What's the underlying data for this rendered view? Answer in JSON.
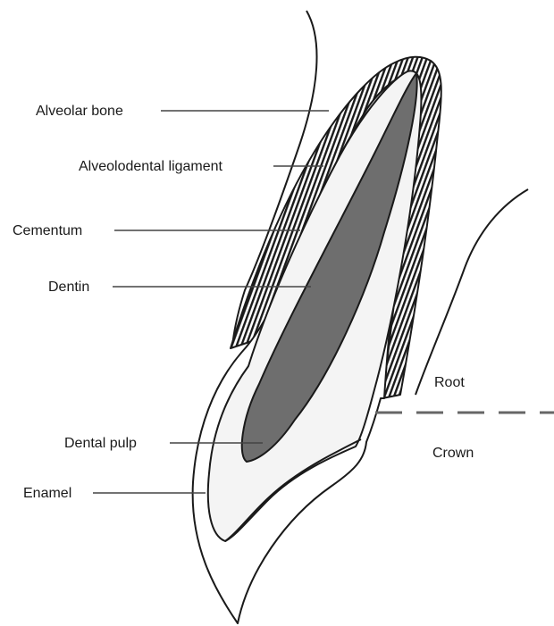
{
  "labels": {
    "alveolar_bone": "Alveolar bone",
    "alveolodental_ligament": "Alveolodental ligament",
    "cementum": "Cementum",
    "dentin": "Dentin",
    "dental_pulp": "Dental pulp",
    "enamel": "Enamel",
    "root": "Root",
    "crown": "Crown"
  },
  "colors": {
    "outline": "#1a1a1a",
    "dentin_fill": "#f4f4f4",
    "pulp_fill": "#6e6e6e",
    "divider": "#666666",
    "leader": "#444444"
  }
}
